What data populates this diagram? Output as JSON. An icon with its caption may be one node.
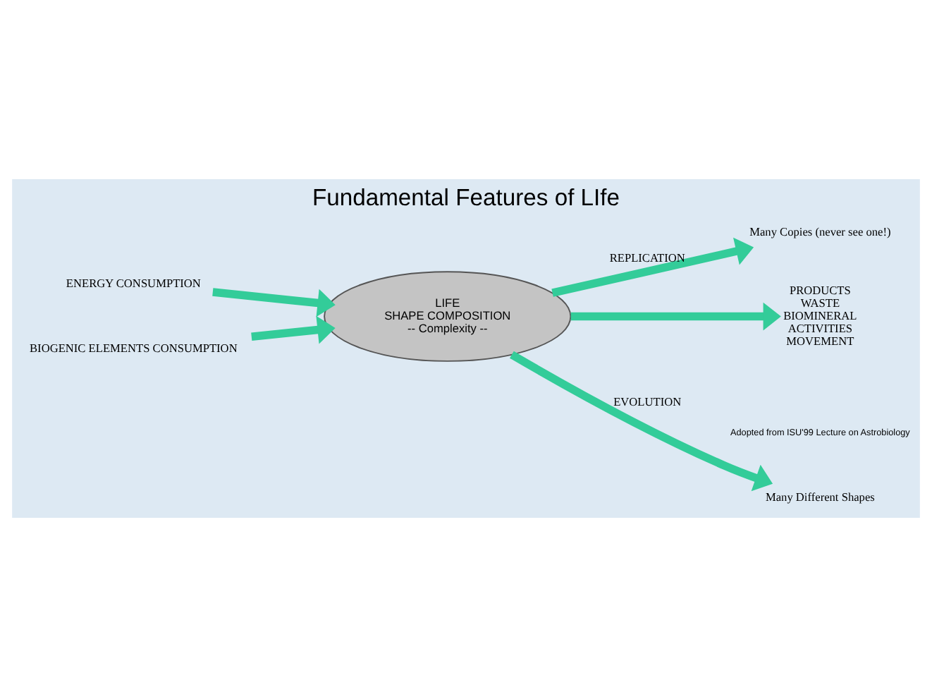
{
  "diagram": {
    "title": "Fundamental Features of LIfe",
    "nodes": [
      {
        "text": [
          "ENERGY CONSUMPTION"
        ]
      },
      {
        "text": [
          "BIOGENIC ELEMENTS CONSUMPTION"
        ]
      },
      {
        "text": [
          "LIFE",
          "SHAPE COMPOSITION",
          "-- Complexity --"
        ]
      },
      {
        "text": [
          "Many Copies (never see one!)"
        ]
      },
      {
        "text": [
          "PRODUCTS",
          "WASTE",
          "BIOMINERAL",
          "ACTIVITIES",
          "MOVEMENT"
        ]
      },
      {
        "text": [
          "Many Different Shapes"
        ]
      }
    ],
    "edges": [
      {
        "from": 0,
        "to": 2,
        "arrow": "to"
      },
      {
        "from": 1,
        "to": 2,
        "arrow": "to"
      },
      {
        "from": 2,
        "to": 3,
        "arrow": "to",
        "label": "REPLICATION"
      },
      {
        "from": 2,
        "to": 4,
        "arrow": "to"
      },
      {
        "from": 2,
        "to": 5,
        "arrow": "to",
        "label": "EVOLUTION"
      }
    ],
    "labels": [
      "Adopted from ISU'99 Lecture on Astrobiology"
    ]
  }
}
